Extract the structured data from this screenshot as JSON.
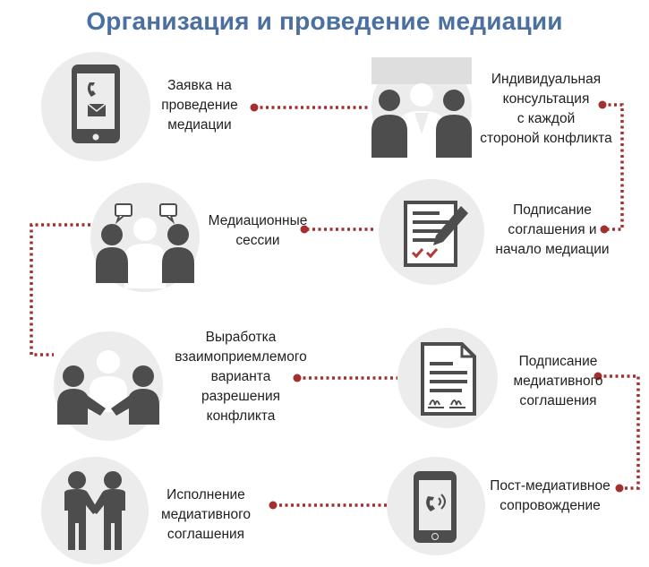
{
  "title": "Организация и проведение медиации",
  "colors": {
    "connector": "#a3302f",
    "icon": "#4d4d4d",
    "circle": "#ececec",
    "title": "#4a6fa0"
  },
  "steps": [
    {
      "icon": "phone-message-icon",
      "lines": [
        "Заявка на",
        "проведение",
        "медиации"
      ]
    },
    {
      "icon": "consultation-people-icon",
      "lines": [
        "Индивидуальная",
        "консультация",
        "с каждой",
        "стороной конфликта"
      ]
    },
    {
      "icon": "signing-document-icon",
      "lines": [
        "Подписание",
        "соглашения и",
        "начало медиации"
      ]
    },
    {
      "icon": "dialogue-people-icon",
      "lines": [
        "Медиационные",
        "сессии"
      ]
    },
    {
      "icon": "handshake-icon",
      "lines": [
        "Выработка",
        "взаимоприемлемого",
        "варианта",
        "разрешения",
        "конфликта"
      ]
    },
    {
      "icon": "signed-agreement-icon",
      "lines": [
        "Подписание",
        "медиативного",
        "соглашения"
      ]
    },
    {
      "icon": "phone-call-icon",
      "lines": [
        "Пост-медиативное",
        "сопровождение"
      ]
    },
    {
      "icon": "two-people-handshake-icon",
      "lines": [
        "Исполнение",
        "медиативного",
        "соглашения"
      ]
    }
  ]
}
